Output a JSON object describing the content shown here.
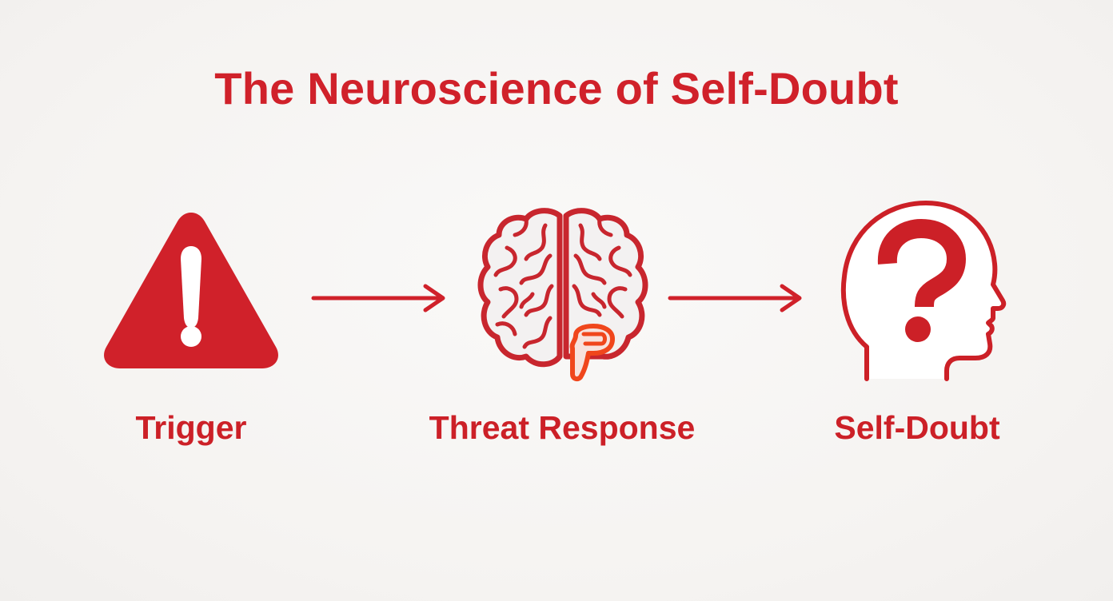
{
  "title": "The Neuroscience of Self-Doubt",
  "steps": [
    {
      "label": "Trigger",
      "icon": "warning-triangle-icon"
    },
    {
      "label": "Threat Response",
      "icon": "brain-icon"
    },
    {
      "label": "Self-Doubt",
      "icon": "head-question-icon"
    }
  ],
  "colors": {
    "primary_red": "#d0212a",
    "amygdala_orange": "#f0461c",
    "background": "#f6f4f2"
  }
}
